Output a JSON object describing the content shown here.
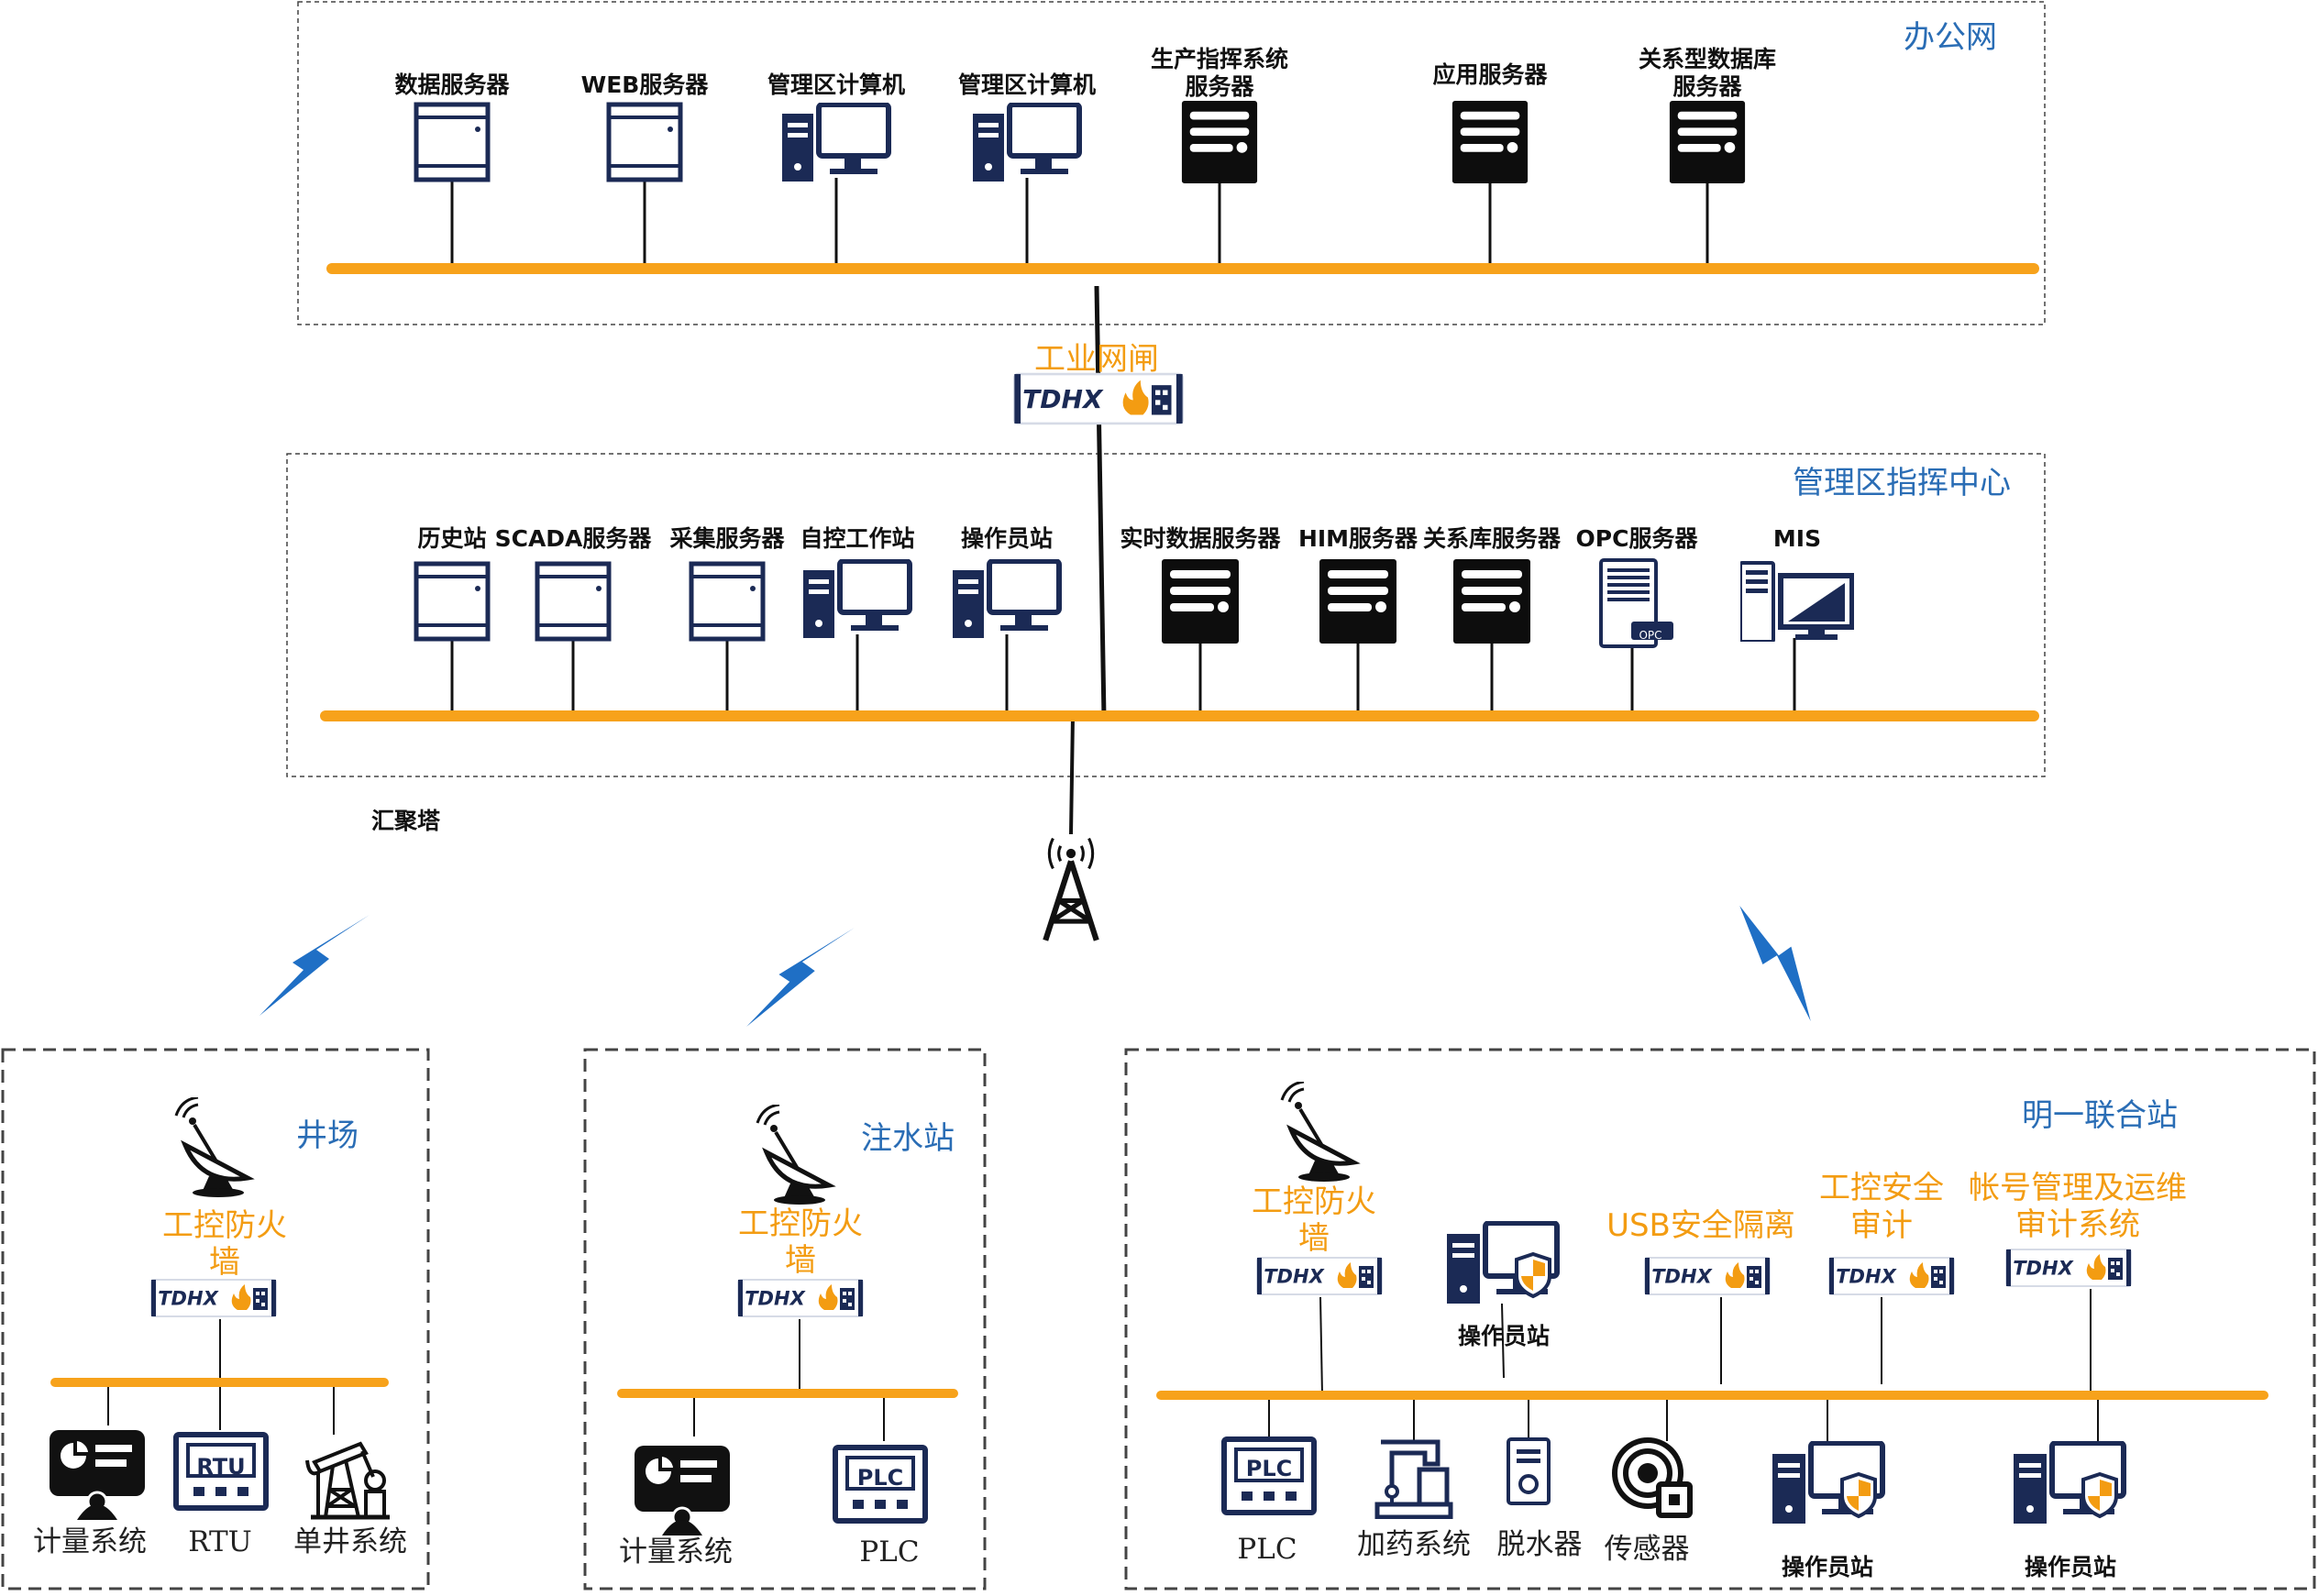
{
  "zones": {
    "office": "办公网",
    "mgmt": "管理区指挥中心",
    "well": "井场",
    "injection": "注水站",
    "mingyi": "明一联合站"
  },
  "office_nodes": [
    {
      "label": "数据服务器",
      "icon": "server-icon"
    },
    {
      "label": "WEB服务器",
      "icon": "server-icon"
    },
    {
      "label": "管理区计算机",
      "icon": "computer-icon"
    },
    {
      "label": "管理区计算机",
      "icon": "computer-icon"
    },
    {
      "label": "生产指挥系统",
      "label2": "服务器",
      "icon": "dark-server-icon"
    },
    {
      "label": "应用服务器",
      "icon": "dark-server-icon"
    },
    {
      "label": "关系型数据库",
      "label2": "服务器",
      "icon": "dark-server-icon"
    }
  ],
  "gateway_label": "工业网闸",
  "brand": "TDHX",
  "mgmt_nodes": [
    {
      "label": "历史站",
      "icon": "server-icon"
    },
    {
      "label": "SCADA服务器",
      "icon": "server-icon"
    },
    {
      "label": "采集服务器",
      "icon": "server-icon"
    },
    {
      "label": "自控工作站",
      "icon": "computer-icon"
    },
    {
      "label": "操作员站",
      "icon": "computer-icon"
    },
    {
      "label": "实时数据服务器",
      "icon": "dark-server-icon"
    },
    {
      "label": "HIM服务器",
      "icon": "dark-server-icon"
    },
    {
      "label": "关系库服务器",
      "icon": "dark-server-icon"
    },
    {
      "label": "OPC服务器",
      "icon": "opc-server-icon"
    },
    {
      "label": "MIS",
      "icon": "mis-computer-icon"
    }
  ],
  "opc_tag": "OPC",
  "tower_label": "汇聚塔",
  "firewall_label_1": "工控防火",
  "firewall_label_2": "墙",
  "well_devices": [
    "计量系统",
    "RTU",
    "单井系统"
  ],
  "rtu_text": "RTU",
  "injection_devices": [
    "计量系统",
    "PLC"
  ],
  "plc_text": "PLC",
  "mingyi_top": {
    "operator": "操作员站",
    "usb": "USB安全隔离",
    "audit_1": "工控安全",
    "audit_2": "审计",
    "account_1": "帐号管理及运维",
    "account_2": "审计系统"
  },
  "mingyi_bottom": [
    "PLC",
    "加药系统",
    "脱水器",
    "传感器",
    "操作员站",
    "操作员站"
  ],
  "colors": {
    "bus": "#f7a21b",
    "navy": "#1b2a55",
    "zone_text": "#2a6db5",
    "orange_text": "#f39c12",
    "bolt": "#1f6fc5"
  }
}
